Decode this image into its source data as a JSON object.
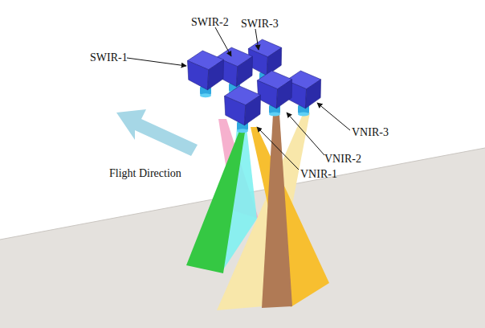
{
  "diagram": {
    "labels": [
      "SWIR-1",
      "SWIR-2",
      "SWIR-3",
      "VNIR-3",
      "VNIR-2",
      "VNIR-1",
      "Flight Direction"
    ]
  }
}
